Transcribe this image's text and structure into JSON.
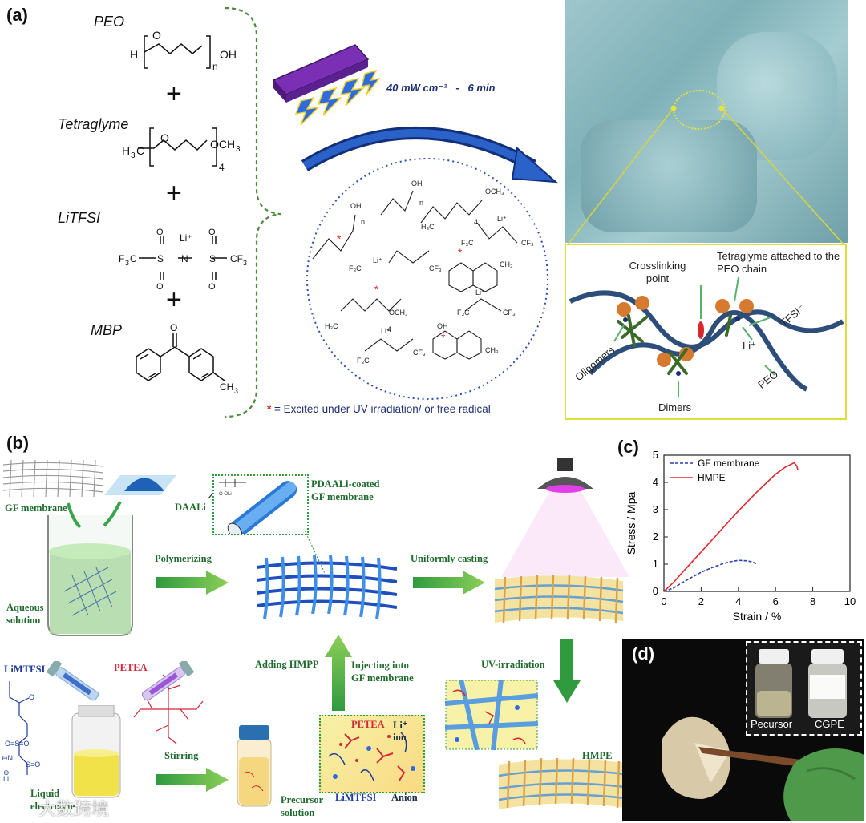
{
  "panel_a": {
    "label": "(a)",
    "reactants": [
      {
        "name": "PEO"
      },
      {
        "name": "Tetraglyme"
      },
      {
        "name": "LiTFSI"
      },
      {
        "name": "MBP"
      }
    ],
    "plus_sign": "+",
    "uv_lamp": "UV lamp",
    "uv_conditions": "40 mW cm⁻²   -   6 min",
    "legend_star": "*",
    "legend_text": " = Excited under UV irradiation/ or free radical",
    "schematic": {
      "crosslinking_point": "Crosslinking point",
      "tetraglyme_attached": "Tetraglyme attached to the PEO chain",
      "oligomers": "Oligomers",
      "dimers": "Dimers",
      "peo": "PEO",
      "li": "Li⁺",
      "tfsi": "TFSI⁻"
    }
  },
  "panel_b": {
    "label": "(b)",
    "gf_membrane": "GF membrane",
    "daali": "DAALi",
    "aqueous_solution": "Aqueous solution",
    "polymerizing": "Polymerizing",
    "pdaali_coated": "PDAALi-coated GF membrane",
    "uniformly_casting": "Uniformly casting",
    "adding_hmpp": "Adding HMPP",
    "injecting": "Injecting into GF membrane",
    "uv_irradiation": "UV-irradiation",
    "limtfsi": "LiMTFSI",
    "petea": "PETEA",
    "li_ion": "Li⁺ ion",
    "anion": "Anion",
    "stirring": "Stirring",
    "liquid_electrolyte": "Liquid electrolyte",
    "precursor_solution": "Precursor solution",
    "hmpe": "HMPE"
  },
  "panel_c": {
    "label": "(c)"
  },
  "panel_d": {
    "label": "(d)",
    "pecursor": "Pecursor",
    "cgpe": "CGPE"
  },
  "watermark": "大数跨境",
  "chart_data": {
    "type": "line",
    "title": "",
    "xlabel": "Strain / %",
    "ylabel": "Stress / Mpa",
    "xlim": [
      0,
      10
    ],
    "ylim": [
      0,
      5
    ],
    "xticks": [
      "0",
      "2",
      "4",
      "6",
      "8",
      "10"
    ],
    "yticks": [
      "0",
      "1",
      "2",
      "3",
      "4",
      "5"
    ],
    "legend_position": "top-left",
    "series": [
      {
        "name": "GF membrane",
        "color": "#2d3fb0",
        "style": "dashed",
        "x": [
          0,
          0.5,
          1.0,
          1.5,
          2.0,
          2.5,
          3.0,
          3.5,
          4.0,
          4.5,
          4.8,
          5.0
        ],
        "y": [
          0,
          0.12,
          0.33,
          0.52,
          0.7,
          0.85,
          0.98,
          1.08,
          1.14,
          1.12,
          1.07,
          1.0
        ]
      },
      {
        "name": "HMPE",
        "color": "#e0282d",
        "style": "solid",
        "x": [
          0,
          0.5,
          1.0,
          2.0,
          3.0,
          4.0,
          5.0,
          6.0,
          6.5,
          7.0,
          7.15,
          7.2
        ],
        "y": [
          0,
          0.32,
          0.7,
          1.45,
          2.2,
          2.95,
          3.65,
          4.3,
          4.55,
          4.72,
          4.6,
          4.45
        ]
      }
    ]
  }
}
